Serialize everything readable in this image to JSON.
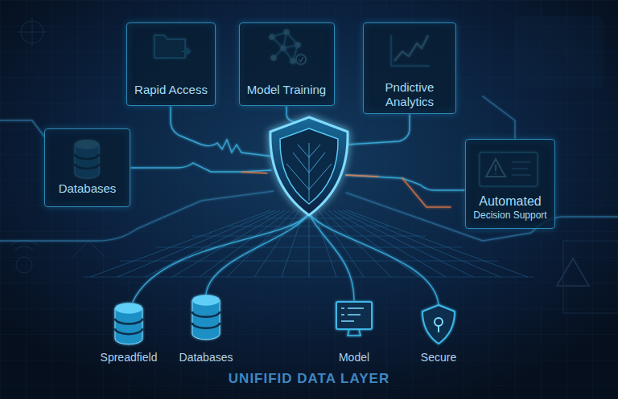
{
  "diagram": {
    "title": "UNIFIFID DATA LAYER",
    "nodes": [
      {
        "text": [
          "Rapid Access"
        ]
      },
      {
        "text": [
          "Model Training"
        ]
      },
      {
        "text": [
          "Pndictive Analytics"
        ]
      },
      {
        "text": [
          "Databases"
        ]
      },
      {
        "text": [
          "Automated",
          "Decision Support"
        ]
      }
    ],
    "labels": [
      "Spreadfield",
      "Databases",
      "Model",
      "Secure"
    ]
  }
}
